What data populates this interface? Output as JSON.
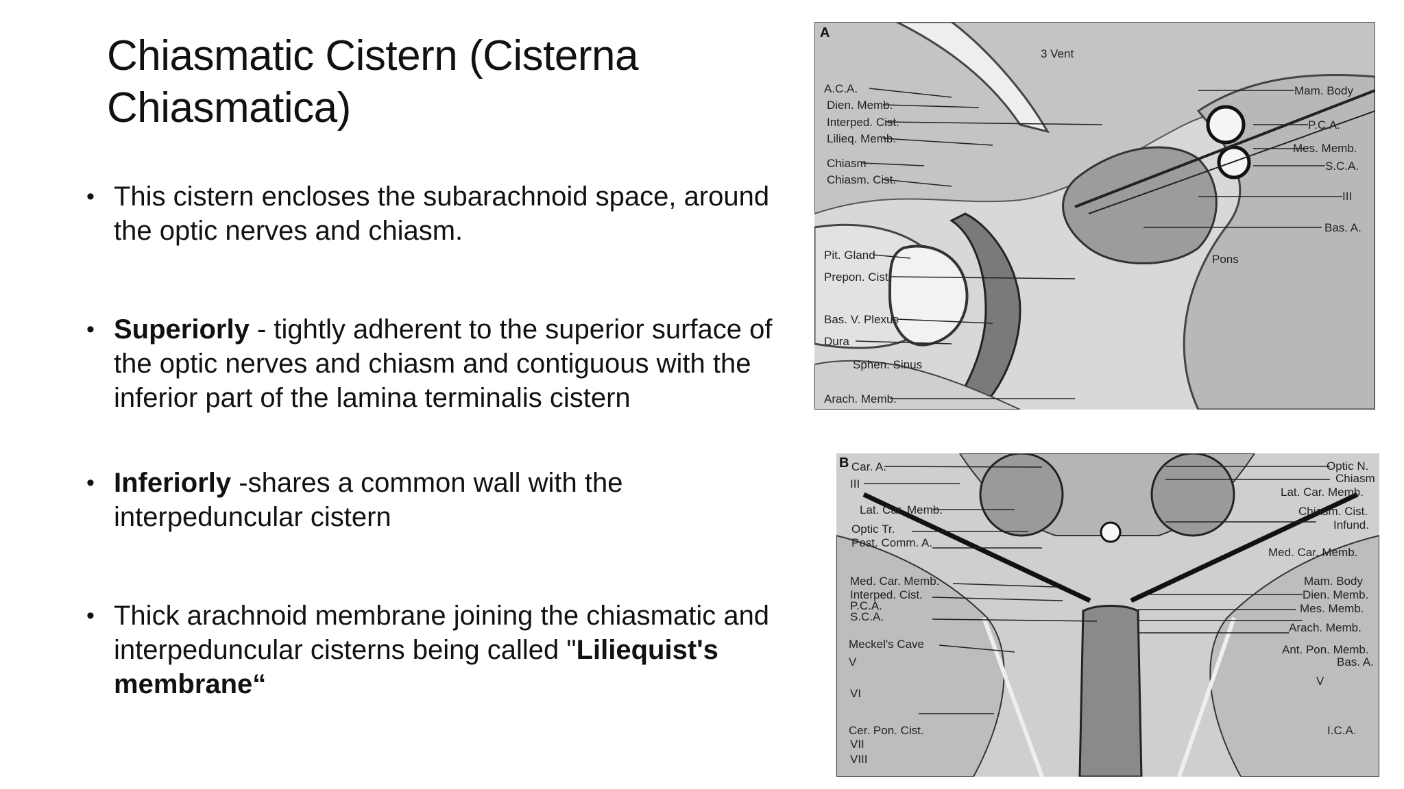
{
  "slide": {
    "title": "Chiasmatic  Cistern (Cisterna Chiasmatica)",
    "bullets": [
      {
        "bold": "",
        "text": "This cistern encloses the  subarachnoid space, around the  optic nerves  and  chiasm."
      },
      {
        "bold": "Superiorly",
        "text": "  - tightly adherent to  the superior surface of the optic nerves and chiasm  and contiguous with the inferior  part  of  the lamina terminalis cistern"
      },
      {
        "bold": "Inferiorly",
        "text": " -shares a common  wall with  the interpeduncular cistern"
      },
      {
        "prefix": " Thick arachnoid membrane joining the  chiasmatic and  interpeduncular cisterns  being called \"",
        "bold": "Liliequist's    membrane“",
        "text": ""
      }
    ],
    "bullet_glyph": "•"
  },
  "figure_a": {
    "panel_letter": "A",
    "labels_left": [
      "A.C.A.",
      "Dien. Memb.",
      "Interped. Cist.",
      "Lilieq. Memb.",
      "Chiasm",
      "Chiasm. Cist.",
      "Pit. Gland",
      "Prepon. Cist.",
      "Bas. V. Plexus",
      "Dura",
      "Sphen. Sinus",
      "Arach. Memb."
    ],
    "labels_right": [
      "3 Vent",
      "Mam. Body",
      "P.C.A.",
      "Mes. Memb.",
      "S.C.A.",
      "III",
      "Bas. A.",
      "Pons"
    ]
  },
  "figure_b": {
    "panel_letter": "B",
    "labels_left": [
      "Car. A.",
      "III",
      "Lat. Car. Memb.",
      "Optic Tr.",
      "Post. Comm. A.",
      "Med. Car. Memb.",
      "Interped. Cist.",
      "P.C.A.",
      "S.C.A.",
      "Meckel's Cave",
      "V",
      "VI",
      "Cer. Pon. Cist.",
      "VII",
      "VIII"
    ],
    "labels_right": [
      "Optic N.",
      "Chiasm",
      "Lat. Car. Memb.",
      "Chiasm. Cist.",
      "Infund.",
      "Med. Car. Memb.",
      "Mam. Body",
      "Dien. Memb.",
      "Mes. Memb.",
      "Arach. Memb.",
      "Ant. Pon. Memb.",
      "Bas. A.",
      "V",
      "I.C.A."
    ]
  }
}
